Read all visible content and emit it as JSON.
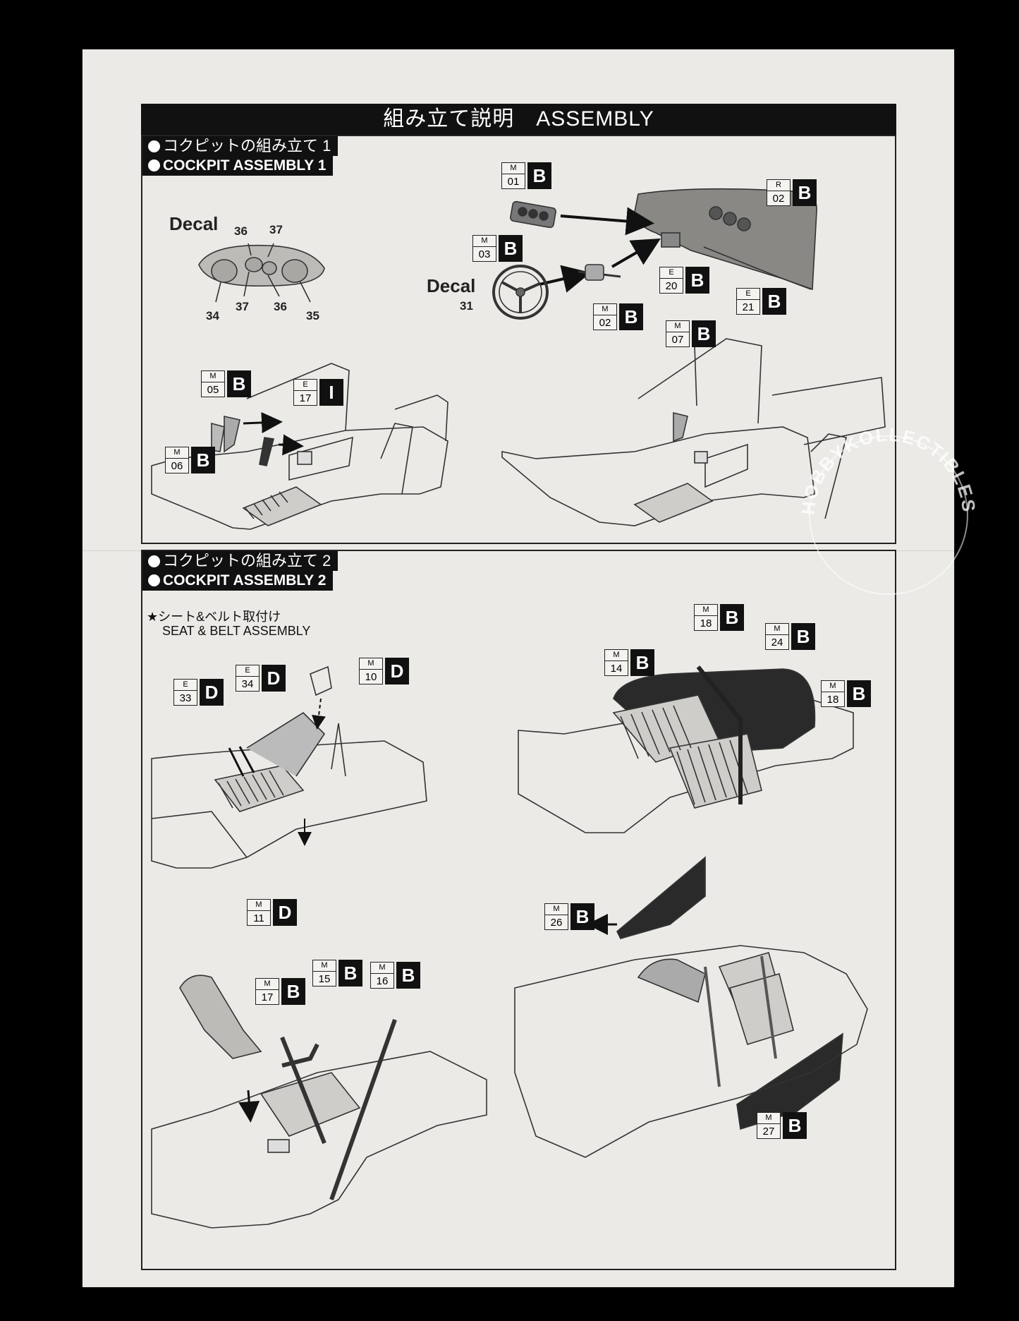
{
  "header": {
    "title": "組み立て説明　ASSEMBLY"
  },
  "section1": {
    "title_jp": "コクピットの組み立て 1",
    "title_en": "COCKPIT ASSEMBLY 1",
    "decal_label": "Decal",
    "decal_numbers": [
      "36",
      "37",
      "34",
      "37",
      "36",
      "35"
    ],
    "steering_decal_label": "Decal",
    "steering_decal_number": "31",
    "parts": [
      {
        "sup": "M",
        "num": "01",
        "letter": "B"
      },
      {
        "sup": "R",
        "num": "02",
        "letter": "B"
      },
      {
        "sup": "M",
        "num": "03",
        "letter": "B"
      },
      {
        "sup": "E",
        "num": "20",
        "letter": "B"
      },
      {
        "sup": "E",
        "num": "21",
        "letter": "B"
      },
      {
        "sup": "M",
        "num": "02",
        "letter": "B"
      },
      {
        "sup": "M",
        "num": "07",
        "letter": "B"
      },
      {
        "sup": "M",
        "num": "05",
        "letter": "B"
      },
      {
        "sup": "E",
        "num": "17",
        "letter": "I"
      },
      {
        "sup": "M",
        "num": "06",
        "letter": "B"
      }
    ]
  },
  "section2": {
    "title_jp": "コクピットの組み立て 2",
    "title_en": "COCKPIT ASSEMBLY 2",
    "sub_jp": "★シート&ベルト取付け",
    "sub_en": "SEAT & BELT ASSEMBLY",
    "parts": [
      {
        "sup": "M",
        "num": "10",
        "letter": "D"
      },
      {
        "sup": "E",
        "num": "34",
        "letter": "D"
      },
      {
        "sup": "E",
        "num": "33",
        "letter": "D"
      },
      {
        "sup": "M",
        "num": "11",
        "letter": "D"
      },
      {
        "sup": "M",
        "num": "18",
        "letter": "B"
      },
      {
        "sup": "M",
        "num": "24",
        "letter": "B"
      },
      {
        "sup": "M",
        "num": "14",
        "letter": "B"
      },
      {
        "sup": "M",
        "num": "18",
        "letter": "B"
      },
      {
        "sup": "M",
        "num": "26",
        "letter": "B"
      },
      {
        "sup": "M",
        "num": "17",
        "letter": "B"
      },
      {
        "sup": "M",
        "num": "15",
        "letter": "B"
      },
      {
        "sup": "M",
        "num": "16",
        "letter": "B"
      },
      {
        "sup": "M",
        "num": "27",
        "letter": "B"
      }
    ]
  },
  "watermark": {
    "text": "HOBBYKOLLECTIBLES"
  }
}
